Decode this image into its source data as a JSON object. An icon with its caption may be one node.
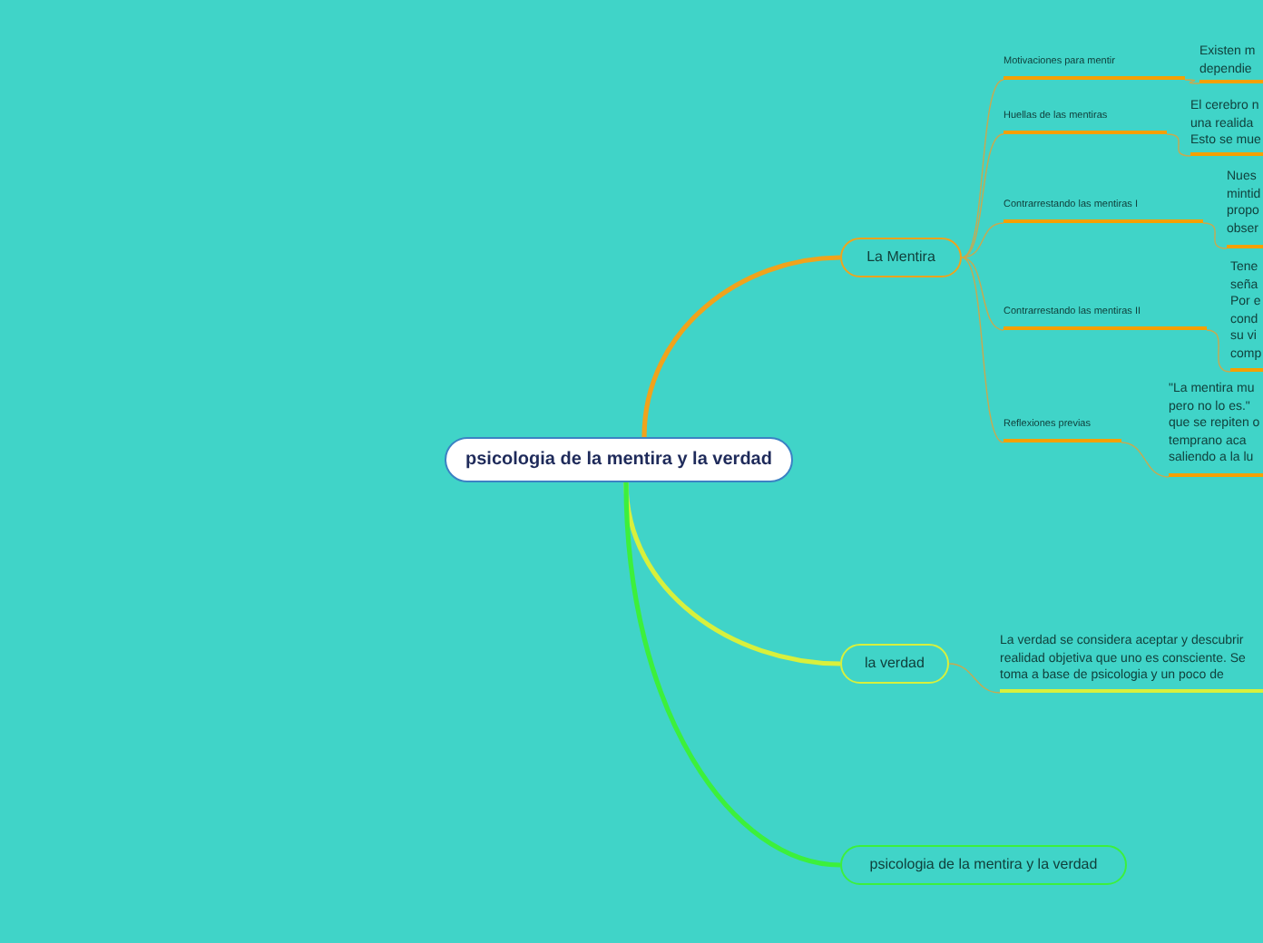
{
  "diagram": {
    "nodes": [
      {
        "text": [
          "psicologia de la mentira y la verdad"
        ]
      },
      {
        "text": [
          "La Mentira"
        ]
      },
      {
        "text": [
          "Motivaciones para mentir"
        ]
      },
      {
        "text": [
          "Existen m dependie"
        ]
      },
      {
        "text": [
          "Huellas de las mentiras"
        ]
      },
      {
        "text": [
          "El cerebro n una realida Esto se mue"
        ]
      },
      {
        "text": [
          "Contrarrestando las mentiras I"
        ]
      },
      {
        "text": [
          "Nues mintid propo obser"
        ]
      },
      {
        "text": [
          "Contrarrestando las mentiras II"
        ]
      },
      {
        "text": [
          "Tene seña Por e cond su vi comp"
        ]
      },
      {
        "text": [
          "Reflexiones previas"
        ]
      },
      {
        "text": [
          "\"La mentira mu pero no lo es.\" que se repiten o temprano aca saliendo a la lu"
        ]
      },
      {
        "text": [
          "la verdad"
        ]
      },
      {
        "text": [
          "La verdad se considera aceptar y descubrir realidad objetiva que uno es consciente. Se toma a base de psicologia y un poco de"
        ]
      },
      {
        "text": [
          "psicologia de la mentira y la verdad"
        ]
      }
    ],
    "edges": [
      {
        "from": 0,
        "to": 1,
        "arrow": "none",
        "style": "thick",
        "color": "#f0a31c"
      },
      {
        "from": 1,
        "to": 2,
        "arrow": "none"
      },
      {
        "from": 2,
        "to": 3,
        "arrow": "none"
      },
      {
        "from": 1,
        "to": 4,
        "arrow": "none"
      },
      {
        "from": 4,
        "to": 5,
        "arrow": "none"
      },
      {
        "from": 1,
        "to": 6,
        "arrow": "none"
      },
      {
        "from": 6,
        "to": 7,
        "arrow": "none"
      },
      {
        "from": 1,
        "to": 8,
        "arrow": "none"
      },
      {
        "from": 8,
        "to": 9,
        "arrow": "none"
      },
      {
        "from": 1,
        "to": 10,
        "arrow": "none"
      },
      {
        "from": 10,
        "to": 11,
        "arrow": "none"
      },
      {
        "from": 0,
        "to": 12,
        "arrow": "none",
        "style": "thick",
        "color": "#d8f03c"
      },
      {
        "from": 12,
        "to": 13,
        "arrow": "none"
      },
      {
        "from": 0,
        "to": 14,
        "arrow": "none",
        "style": "thick",
        "color": "#3cf03c"
      }
    ]
  }
}
